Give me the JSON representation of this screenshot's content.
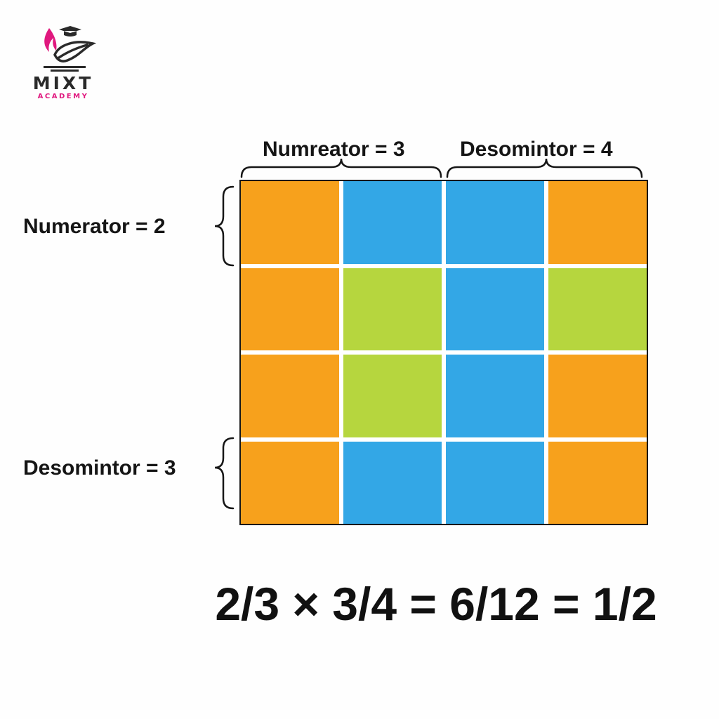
{
  "logo": {
    "name": "MIXT",
    "subtitle": "ACADEMY",
    "colors": {
      "accent": "#e0187e",
      "dark": "#2a2a2a"
    }
  },
  "top_labels": {
    "left": "Numreator = 3",
    "right": "Desomintor = 4"
  },
  "side_labels": {
    "top": "Numerator = 2",
    "bottom": "Desomintor = 3"
  },
  "grid": {
    "rows": 4,
    "columns": 4,
    "palette": {
      "orange": "#f7a11c",
      "blue": "#33a7e6",
      "green": "#b6d63e"
    },
    "cells": [
      [
        "orange",
        "blue",
        "blue",
        "orange"
      ],
      [
        "orange",
        "green",
        "blue",
        "green"
      ],
      [
        "orange",
        "green",
        "blue",
        "orange"
      ],
      [
        "orange",
        "blue",
        "blue",
        "orange"
      ]
    ]
  },
  "equation": "2/3 × 3/4 = 6/12 = 1/2"
}
